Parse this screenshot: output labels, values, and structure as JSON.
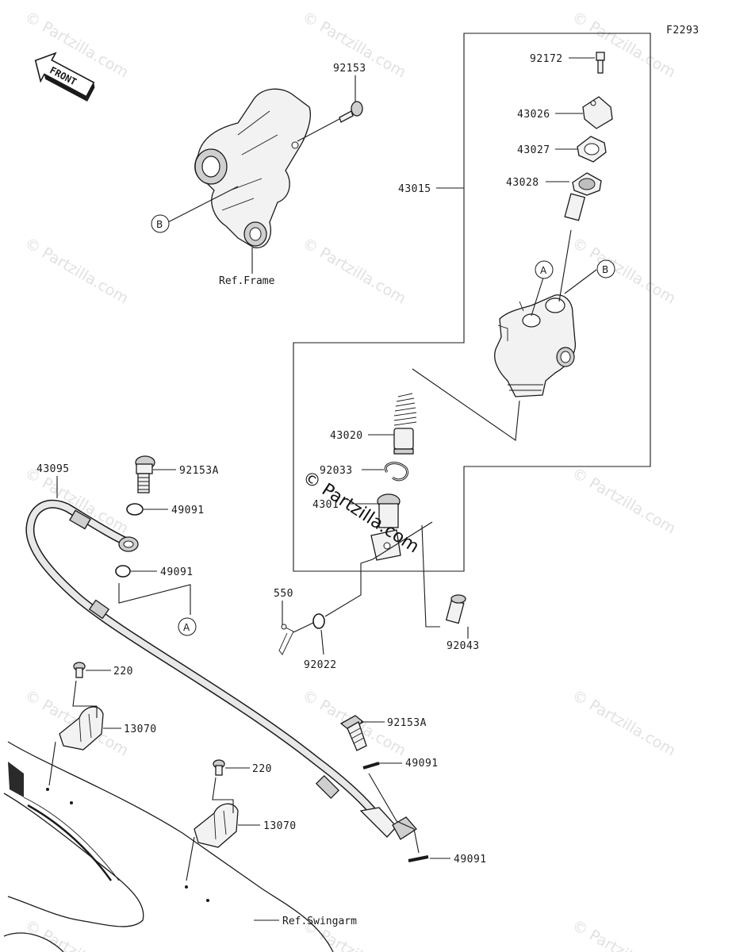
{
  "diagram_code": "F2293",
  "front_arrow_label": "FRONT",
  "watermark_text": "© Partzilla.com",
  "center_watermark": "© Partzilla.com",
  "references": {
    "frame": "Ref.Frame",
    "swingarm": "Ref.Swingarm"
  },
  "callouts": {
    "a_mc": "A",
    "b_mc": "B",
    "b_frame": "B",
    "a_hose": "A"
  },
  "parts": {
    "p92153": "92153",
    "p92172": "92172",
    "p43026": "43026",
    "p43027": "43027",
    "p43028": "43028",
    "p43015": "43015",
    "p43020": "43020",
    "p92033": "92033",
    "p4301x": "4301",
    "p550": "550",
    "p92022": "92022",
    "p92043": "92043",
    "p43095": "43095",
    "p92153a_top": "92153A",
    "p49091_1": "49091",
    "p49091_2": "49091",
    "p220_1": "220",
    "p13070_1": "13070",
    "p220_2": "220",
    "p13070_2": "13070",
    "p92153a_bot": "92153A",
    "p49091_3": "49091",
    "p49091_4": "49091"
  }
}
